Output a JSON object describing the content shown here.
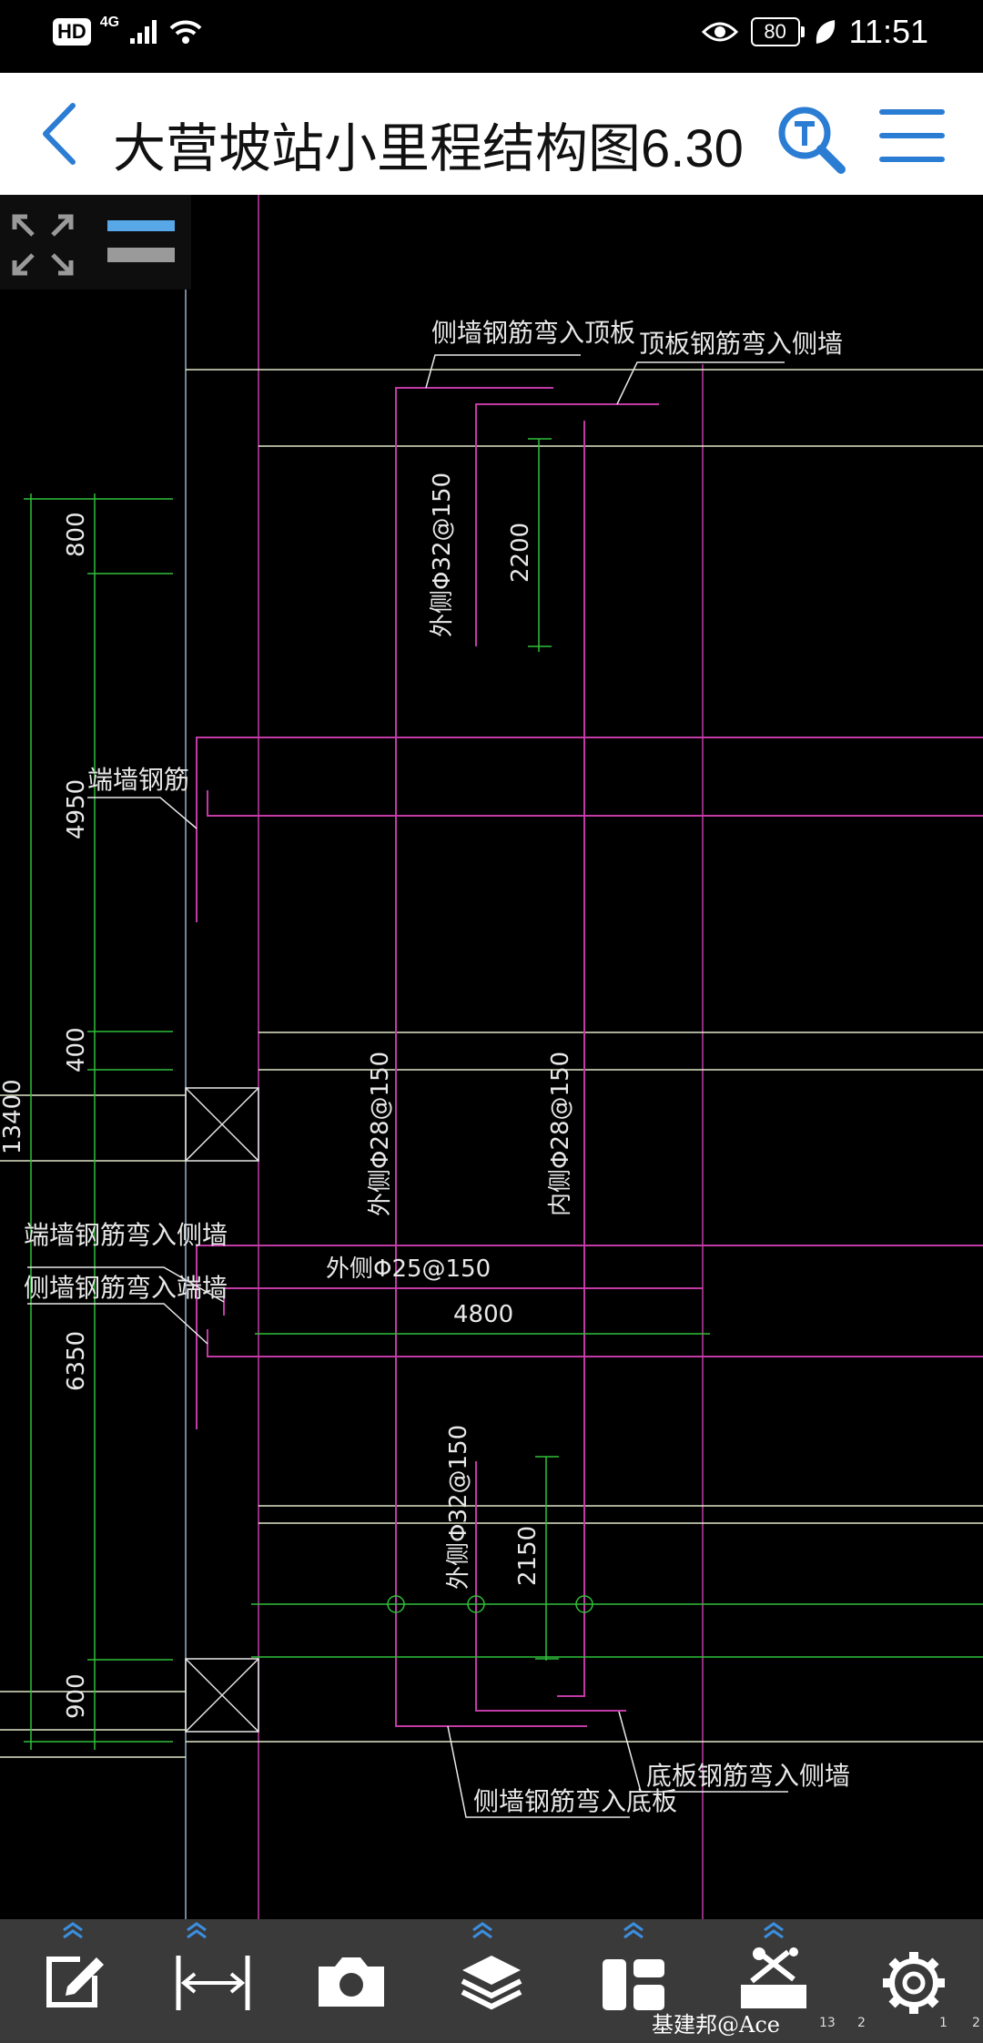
{
  "status_bar": {
    "hd": "HD",
    "network": "4G",
    "battery": "80",
    "time": "11:51"
  },
  "header": {
    "title": "大营坡站小里程结构图6.30"
  },
  "drawing": {
    "labels": {
      "side_wall_to_top": "侧墙钢筋弯入顶板",
      "top_to_side_wall": "顶板钢筋弯入侧墙",
      "outer_32_top": "外侧Φ32@150",
      "dim_2200": "2200",
      "dim_800": "800",
      "end_wall_rebar": "端墙钢筋",
      "dim_4950": "4950",
      "dim_400": "400",
      "dim_13400": "13400",
      "outer_28": "外侧Φ28@150",
      "inner_28": "内侧Φ28@150",
      "end_to_side_wall": "端墙钢筋弯入侧墙",
      "side_to_end_wall": "侧墙钢筋弯入端墙",
      "outer_25": "外侧Φ25@150",
      "dim_4800": "4800",
      "dim_6350": "6350",
      "outer_32_bottom": "外侧Φ32@150",
      "dim_2150": "2150",
      "dim_900": "900",
      "side_wall_to_bottom": "侧墙钢筋弯入底板",
      "bottom_to_side_wall": "底板钢筋弯入侧墙"
    }
  },
  "watermark": "基建邦@Ace",
  "corner_digits": [
    "13",
    "2",
    "1",
    "2"
  ],
  "colors": {
    "header_bg": "#ffffff",
    "accent_blue": "#2b7cd3",
    "magenta": "#c23aa5",
    "green": "#2fbf3a",
    "cad_white": "#e8e8e8",
    "toolbar_bg": "#3a3a3a"
  },
  "icons": {
    "back": "chevron-left-icon",
    "search_text": "search-text-icon",
    "menu": "hamburger-icon",
    "fullscreen": "expand-icon",
    "layer_toggle": "layer-bars-icon",
    "toolbar": [
      "edit-icon",
      "measure-icon",
      "camera-icon",
      "layers-icon",
      "layout-icon",
      "toolbox-icon",
      "settings-icon"
    ]
  }
}
